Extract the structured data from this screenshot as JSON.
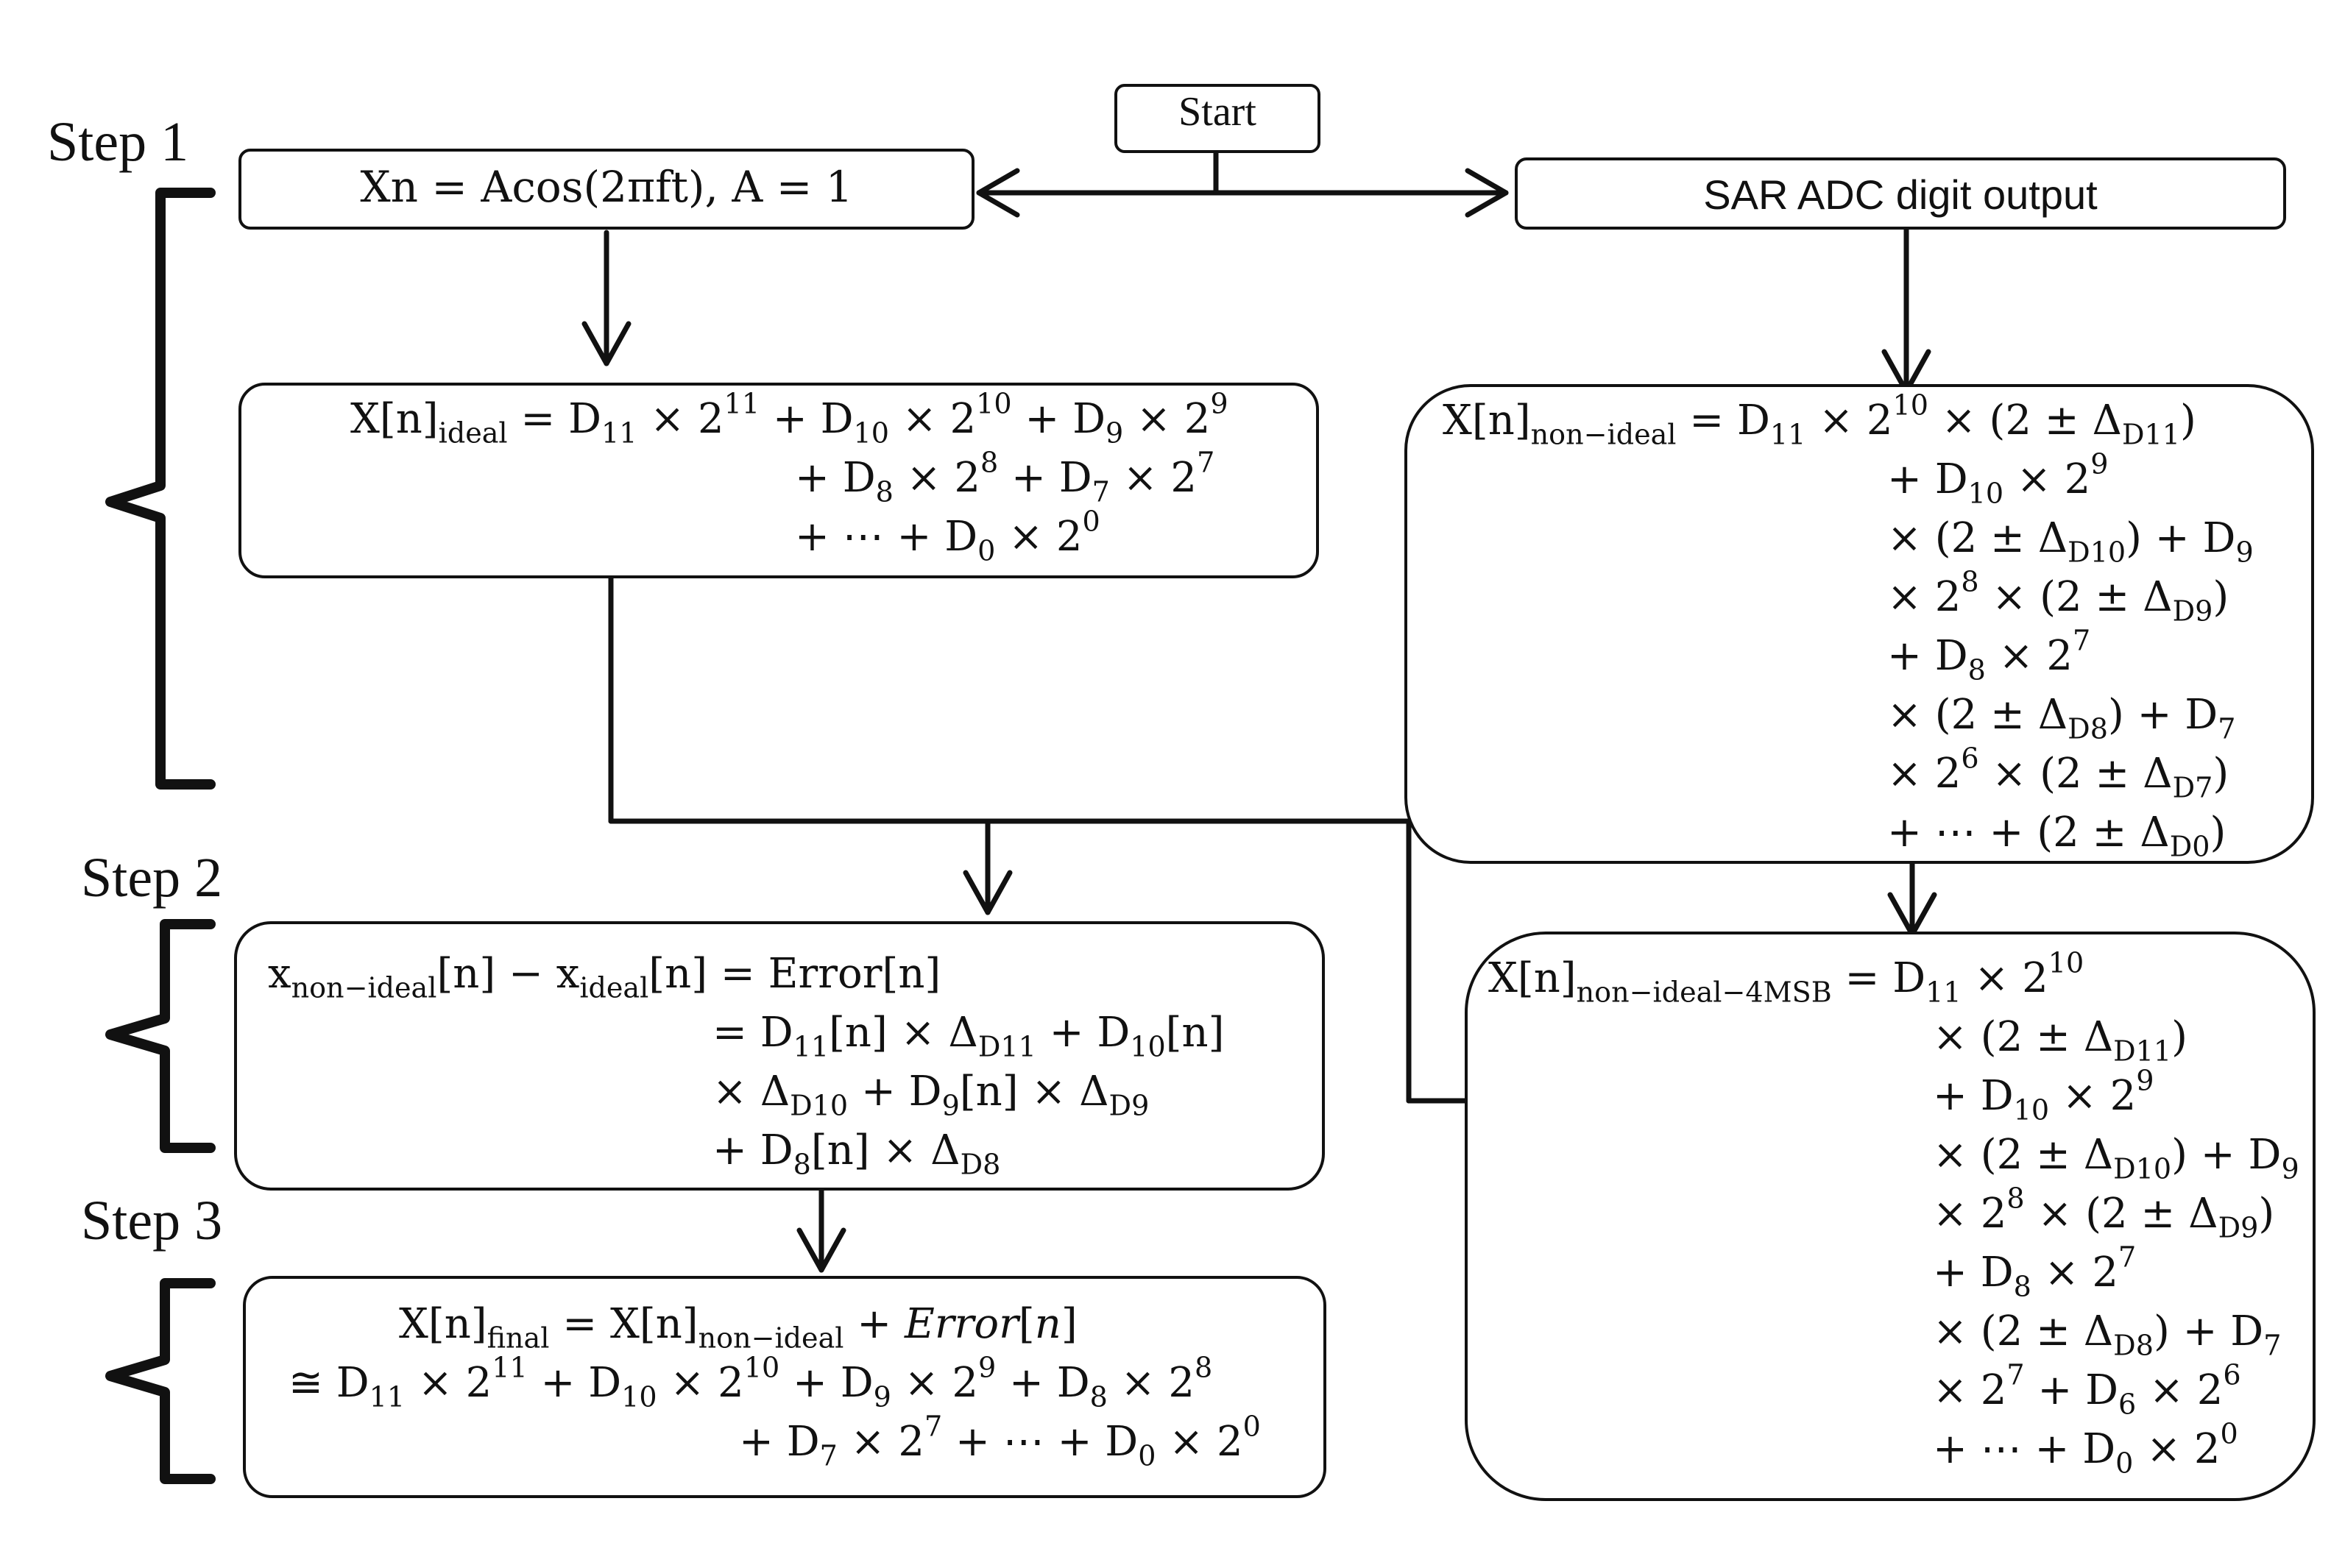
{
  "steps": {
    "step1": "Step 1",
    "step2": "Step 2",
    "step3": "Step 3"
  },
  "boxes": {
    "start": "Start",
    "input_signal": "Xn = Acos(2πft), A = 1",
    "sar_output": "SAR ADC digit output"
  },
  "equations": {
    "ideal": [
      "X[n]<sub>ideal</sub> = D<sub>11</sub> × 2<sup>11</sup> + D<sub>10</sub> × 2<sup>10</sup> + D<sub>9</sub> × 2<sup>9</sup>",
      "+ D<sub>8</sub> × 2<sup>8</sup> + D<sub>7</sub> × 2<sup>7</sup>",
      "+ ⋯ + D<sub>0</sub> × 2<sup>0</sup>"
    ],
    "non_ideal": [
      "X[n]<sub>non−ideal</sub> = D<sub>11</sub> × 2<sup>10</sup> × (2 ± Δ<sub>D11</sub>)",
      "+ D<sub>10</sub> × 2<sup>9</sup>",
      "× (2 ± Δ<sub>D10</sub>) + D<sub>9</sub>",
      "× 2<sup>8</sup> × (2 ± Δ<sub>D9</sub>)",
      "+ D<sub>8</sub> × 2<sup>7</sup>",
      "× (2 ± Δ<sub>D8</sub>) + D<sub>7</sub>",
      "× 2<sup>6</sup> × (2 ± Δ<sub>D7</sub>)",
      "+ ⋯ + (2 ± Δ<sub>D0</sub>)"
    ],
    "error": [
      "x<sub>non−ideal</sub>[n] − x<sub>ideal</sub>[n] = Error[n]",
      "= D<sub>11</sub>[n] × Δ<sub>D11</sub> + D<sub>10</sub>[n]",
      "× Δ<sub>D10</sub> + D<sub>9</sub>[n] × Δ<sub>D9</sub>",
      "+ D<sub>8</sub>[n] × Δ<sub>D8</sub>"
    ],
    "non_ideal_4msb": [
      "X[n]<sub>non−ideal−4MSB</sub> = D<sub>11</sub> × 2<sup>10</sup>",
      "× (2 ± Δ<sub>D11</sub>)",
      "+ D<sub>10</sub> × 2<sup>9</sup>",
      "× (2 ± Δ<sub>D10</sub>) + D<sub>9</sub>",
      "× 2<sup>8</sup> × (2 ± Δ<sub>D9</sub>)",
      "+ D<sub>8</sub> × 2<sup>7</sup>",
      "× (2 ± Δ<sub>D8</sub>) + D<sub>7</sub>",
      "× 2<sup>7</sup> + D<sub>6</sub> × 2<sup>6</sup>",
      "+ ⋯ + D<sub>0</sub> × 2<sup>0</sup>"
    ],
    "final": [
      "X[n]<sub>final</sub> = X[n]<sub>non−ideal</sub> + <i>Error</i>[<i>n</i>]",
      "≅ D<sub>11</sub> × 2<sup>11</sup> + D<sub>10</sub> × 2<sup>10</sup> + D<sub>9</sub> × 2<sup>9</sup> + D<sub>8</sub> × 2<sup>8</sup>",
      "+ D<sub>7</sub> × 2<sup>7</sup> + ⋯ + D<sub>0</sub> × 2<sup>0</sup>"
    ]
  }
}
